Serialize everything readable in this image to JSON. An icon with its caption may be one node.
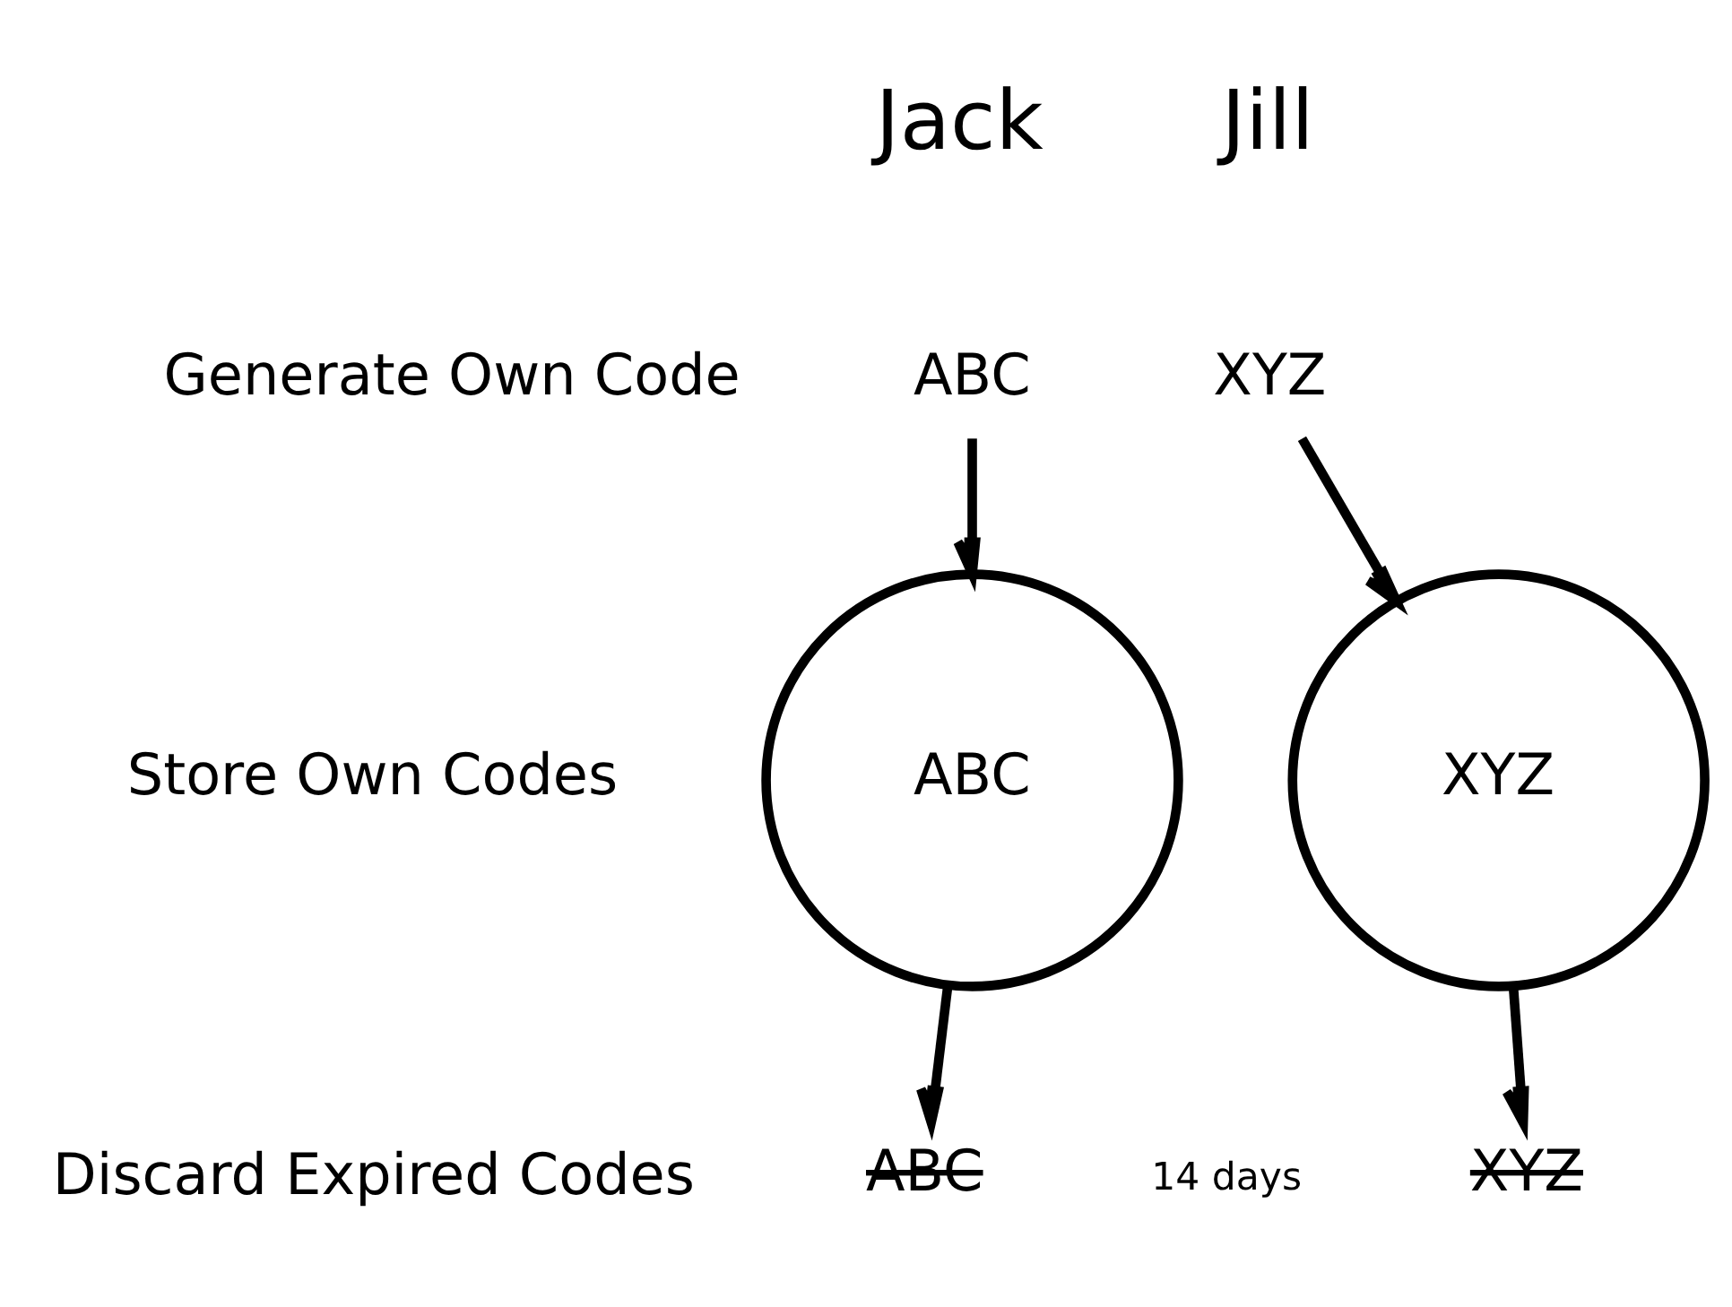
{
  "diagram": {
    "nodes": [
      {
        "text": [
          "ABC"
        ]
      },
      {
        "text": [
          "XYZ"
        ]
      },
      {
        "text": [
          "ABC"
        ]
      },
      {
        "text": [
          "XYZ"
        ]
      },
      {
        "text": [
          "ABC"
        ]
      },
      {
        "text": [
          "XYZ"
        ]
      }
    ],
    "edges": [
      {
        "from": 0,
        "to": 2,
        "arrow": "to"
      },
      {
        "from": 1,
        "to": 3,
        "arrow": "to"
      },
      {
        "from": 2,
        "to": 4,
        "arrow": "to"
      },
      {
        "from": 3,
        "to": 5,
        "arrow": "to"
      }
    ],
    "labels": [
      "Jack",
      "Jill",
      "Generate Own Code",
      "Store Own Codes",
      "14 days",
      "Discard Expired Codes"
    ]
  }
}
